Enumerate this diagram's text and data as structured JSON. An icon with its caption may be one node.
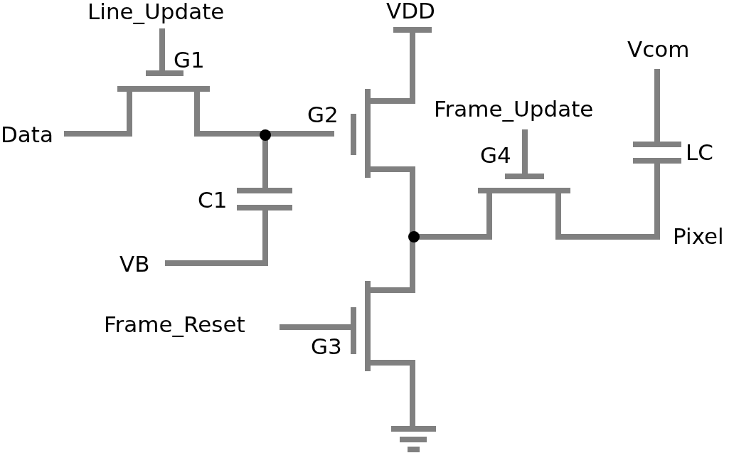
{
  "diagram": {
    "labels": [
      "Line_Update",
      "VDD",
      "Vcom",
      "G1",
      "Frame_Update",
      "G2",
      "Data",
      "LC",
      "G4",
      "C1",
      "Pixel",
      "VB",
      "Frame_Reset",
      "G3"
    ]
  }
}
